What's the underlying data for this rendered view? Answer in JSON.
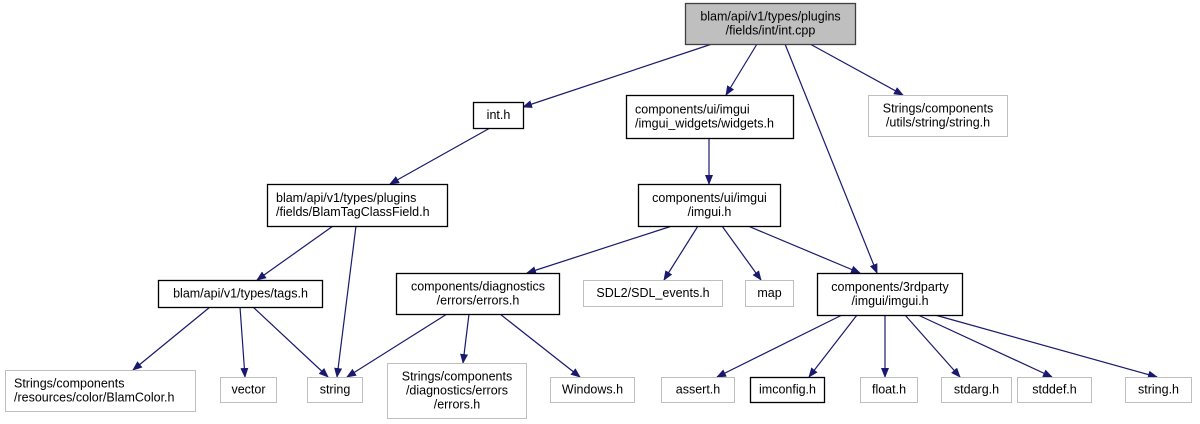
{
  "diagram": {
    "type": "include-dependency-graph",
    "root": "n0",
    "colors": {
      "edge": "#191970",
      "root_fill": "#bfbfbf",
      "root_border": "#404040",
      "documented_border": "#000000",
      "undocumented_border": "#bfbfbf",
      "node_fill": "#ffffff"
    },
    "nodes": [
      {
        "id": "n0",
        "lines": [
          "blam/api/v1/types/plugins",
          "/fields/int/int.cpp"
        ],
        "style": "root"
      },
      {
        "id": "n1",
        "lines": [
          "int.h"
        ],
        "style": "documented"
      },
      {
        "id": "n2",
        "lines": [
          "components/ui/imgui",
          "/imgui_widgets/widgets.h"
        ],
        "style": "documented",
        "align": "left"
      },
      {
        "id": "n3",
        "lines": [
          "Strings/components",
          "/utils/string/string.h"
        ],
        "style": "external"
      },
      {
        "id": "n4",
        "lines": [
          "blam/api/v1/types/plugins",
          "/fields/BlamTagClassField.h"
        ],
        "style": "documented",
        "align": "left"
      },
      {
        "id": "n5",
        "lines": [
          "components/ui/imgui",
          "/imgui.h"
        ],
        "style": "documented"
      },
      {
        "id": "n6",
        "lines": [
          "blam/api/v1/types/tags.h"
        ],
        "style": "documented"
      },
      {
        "id": "n7",
        "lines": [
          "components/diagnostics",
          "/errors/errors.h"
        ],
        "style": "documented"
      },
      {
        "id": "n8",
        "lines": [
          "SDL2/SDL_events.h"
        ],
        "style": "external"
      },
      {
        "id": "n9",
        "lines": [
          "map"
        ],
        "style": "external"
      },
      {
        "id": "n10",
        "lines": [
          "components/3rdparty",
          "/imgui/imgui.h"
        ],
        "style": "documented"
      },
      {
        "id": "n11",
        "lines": [
          "Strings/components",
          "/resources/color/BlamColor.h"
        ],
        "style": "external",
        "align": "left"
      },
      {
        "id": "n12",
        "lines": [
          "vector"
        ],
        "style": "external"
      },
      {
        "id": "n13",
        "lines": [
          "string"
        ],
        "style": "external"
      },
      {
        "id": "n14",
        "lines": [
          "Strings/components",
          "/diagnostics/errors",
          "/errors.h"
        ],
        "style": "external"
      },
      {
        "id": "n15",
        "lines": [
          "Windows.h"
        ],
        "style": "external"
      },
      {
        "id": "n16",
        "lines": [
          "assert.h"
        ],
        "style": "external"
      },
      {
        "id": "n17",
        "lines": [
          "imconfig.h"
        ],
        "style": "documented"
      },
      {
        "id": "n18",
        "lines": [
          "float.h"
        ],
        "style": "external"
      },
      {
        "id": "n19",
        "lines": [
          "stdarg.h"
        ],
        "style": "external"
      },
      {
        "id": "n20",
        "lines": [
          "stddef.h"
        ],
        "style": "external"
      },
      {
        "id": "n21",
        "lines": [
          "string.h"
        ],
        "style": "external"
      }
    ],
    "edges": [
      {
        "from": "n0",
        "to": "n1"
      },
      {
        "from": "n0",
        "to": "n2"
      },
      {
        "from": "n0",
        "to": "n10"
      },
      {
        "from": "n0",
        "to": "n3"
      },
      {
        "from": "n1",
        "to": "n4"
      },
      {
        "from": "n2",
        "to": "n5"
      },
      {
        "from": "n4",
        "to": "n6"
      },
      {
        "from": "n4",
        "to": "n13"
      },
      {
        "from": "n5",
        "to": "n7"
      },
      {
        "from": "n5",
        "to": "n8"
      },
      {
        "from": "n5",
        "to": "n9"
      },
      {
        "from": "n5",
        "to": "n10"
      },
      {
        "from": "n6",
        "to": "n11"
      },
      {
        "from": "n6",
        "to": "n12"
      },
      {
        "from": "n6",
        "to": "n13"
      },
      {
        "from": "n7",
        "to": "n13"
      },
      {
        "from": "n7",
        "to": "n14"
      },
      {
        "from": "n7",
        "to": "n15"
      },
      {
        "from": "n10",
        "to": "n16"
      },
      {
        "from": "n10",
        "to": "n17"
      },
      {
        "from": "n10",
        "to": "n18"
      },
      {
        "from": "n10",
        "to": "n19"
      },
      {
        "from": "n10",
        "to": "n20"
      },
      {
        "from": "n10",
        "to": "n21"
      }
    ]
  }
}
